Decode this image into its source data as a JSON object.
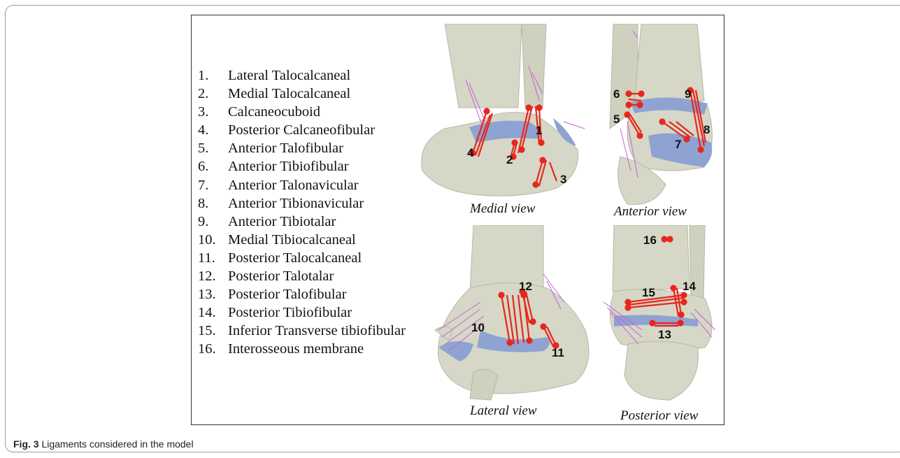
{
  "figure": {
    "legend": [
      {
        "num": "1.",
        "label": "Lateral Talocalcaneal"
      },
      {
        "num": "2.",
        "label": "Medial Talocalcaneal"
      },
      {
        "num": "3.",
        "label": "Calcaneocuboid"
      },
      {
        "num": "4.",
        "label": "Posterior Calcaneofibular"
      },
      {
        "num": "5.",
        "label": "Anterior Talofibular"
      },
      {
        "num": "6.",
        "label": "Anterior Tibiofibular"
      },
      {
        "num": "7.",
        "label": "Anterior Talonavicular"
      },
      {
        "num": "8.",
        "label": "Anterior Tibionavicular"
      },
      {
        "num": "9.",
        "label": "Anterior Tibiotalar"
      },
      {
        "num": "10.",
        "label": "Medial Tibiocalcaneal"
      },
      {
        "num": "11.",
        "label": "Posterior Talocalcaneal"
      },
      {
        "num": "12.",
        "label": "Posterior Talotalar"
      },
      {
        "num": "13.",
        "label": "Posterior Talofibular"
      },
      {
        "num": "14.",
        "label": "Posterior Tibiofibular"
      },
      {
        "num": "15.",
        "label": "Inferior Transverse tibiofibular"
      },
      {
        "num": "16.",
        "label": "Interosseous membrane"
      }
    ],
    "views": {
      "medial": {
        "label": "Medial view",
        "numbers": [
          "1",
          "2",
          "3",
          "4"
        ]
      },
      "anterior": {
        "label": "Anterior view",
        "numbers": [
          "5",
          "6",
          "7",
          "8",
          "9"
        ]
      },
      "lateral": {
        "label": "Lateral view",
        "numbers": [
          "10",
          "11",
          "12"
        ]
      },
      "posterior": {
        "label": "Posterior view",
        "numbers": [
          "13",
          "14",
          "15",
          "16"
        ]
      }
    },
    "colors": {
      "bone": "#d6d7c6",
      "cartilage": "#8ea3d2",
      "ligament": "#e8261d",
      "ligament_secondary": "#c85fd6"
    }
  },
  "caption": {
    "label": "Fig. 3",
    "text": "Ligaments considered in the model"
  }
}
